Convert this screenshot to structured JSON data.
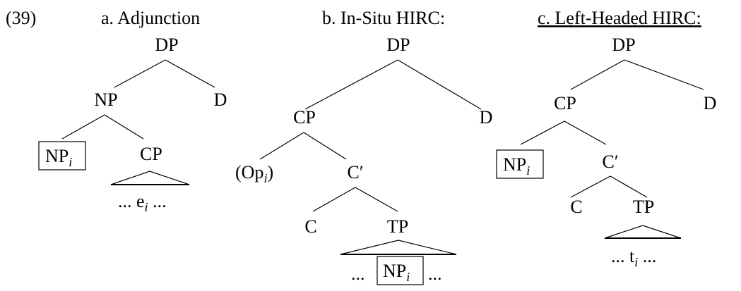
{
  "example_number": "(39)",
  "trees": [
    {
      "title": "a. Adjunction",
      "nodes": {
        "root": "DP",
        "np": "NP",
        "d": "D",
        "np_i_base": "NP",
        "np_i_sub": "i",
        "cp": "CP",
        "gap_pre": "... e",
        "gap_sub": "i",
        "gap_post": " ..."
      }
    },
    {
      "title": "b. In-Situ HIRC:",
      "nodes": {
        "root": "DP",
        "cp": "CP",
        "d": "D",
        "op_pre": "(Op",
        "op_sub": "i",
        "op_post": ")",
        "cbar": "C′",
        "c": "C",
        "tp": "TP",
        "yield_pre": "...",
        "np_i_base": "NP",
        "np_i_sub": "i",
        "yield_post": "..."
      }
    },
    {
      "title": "c. Left-Headed HIRC:",
      "nodes": {
        "root": "DP",
        "cp": "CP",
        "d": "D",
        "np_i_base": "NP",
        "np_i_sub": "i",
        "cbar": "C′",
        "c": "C",
        "tp": "TP",
        "trace_pre": "... t",
        "trace_sub": "i",
        "trace_post": " ..."
      }
    }
  ]
}
